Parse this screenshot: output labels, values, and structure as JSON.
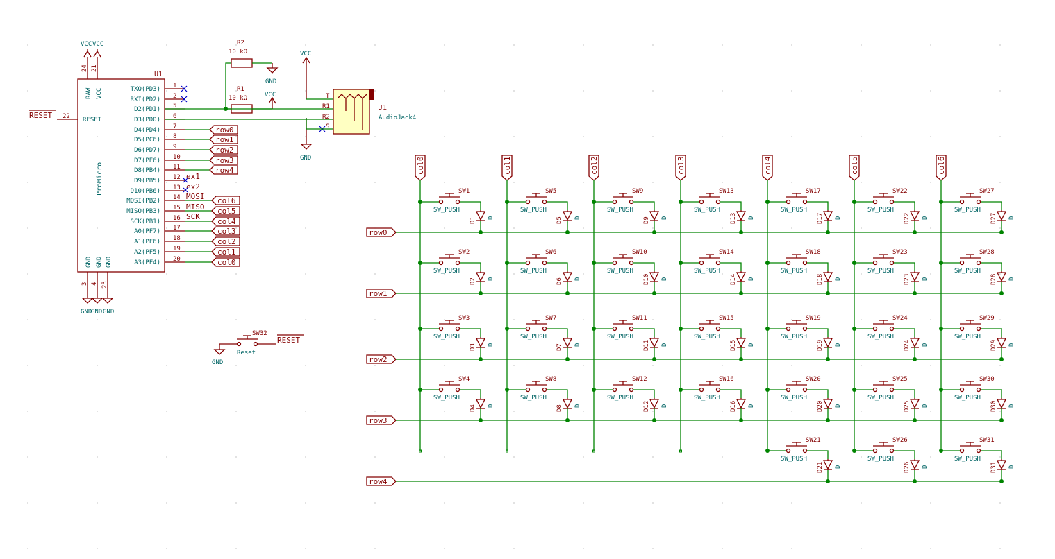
{
  "promicro": {
    "ref": "U1",
    "name": "ProMicro",
    "top_pins": [
      {
        "num": "24",
        "name": "RAW"
      },
      {
        "num": "21",
        "name": "VCC"
      }
    ],
    "reset_pin": {
      "num": "22",
      "name": "RESET"
    },
    "left_pins": [
      {
        "num": "1",
        "name": "TXO(PD3)"
      },
      {
        "num": "2",
        "name": "RXI(PD2)"
      },
      {
        "num": "5",
        "name": "D2(PD1)"
      },
      {
        "num": "6",
        "name": "D3(PD0)"
      },
      {
        "num": "7",
        "name": "D4(PD4)"
      },
      {
        "num": "8",
        "name": "D5(PC6)"
      },
      {
        "num": "9",
        "name": "D6(PD7)"
      },
      {
        "num": "10",
        "name": "D7(PE6)"
      },
      {
        "num": "11",
        "name": "D8(PB4)"
      },
      {
        "num": "12",
        "name": "D9(PB5)"
      },
      {
        "num": "13",
        "name": "D10(PB6)"
      },
      {
        "num": "14",
        "name": "MOSI(PB2)"
      },
      {
        "num": "15",
        "name": "MISO(PB3)"
      },
      {
        "num": "16",
        "name": "SCK(PB1)"
      },
      {
        "num": "17",
        "name": "A0(PF7)"
      },
      {
        "num": "18",
        "name": "A1(PF6)"
      },
      {
        "num": "19",
        "name": "A2(PF5)"
      },
      {
        "num": "20",
        "name": "A3(PF4)"
      }
    ],
    "gnd_pins": [
      {
        "num": "3",
        "name": "GND"
      },
      {
        "num": "4",
        "name": "GND"
      },
      {
        "num": "23",
        "name": "GND"
      }
    ]
  },
  "pin_labels": {
    "row0": "row0",
    "row1": "row1",
    "row2": "row2",
    "row3": "row3",
    "row4": "row4",
    "col0": "col0",
    "col1": "col1",
    "col2": "col2",
    "col3": "col3",
    "col4": "col4",
    "col5": "col5",
    "col6": "col6",
    "ex1": "ex1",
    "ex2": "ex2",
    "mosi": "MOSI",
    "miso": "MISO",
    "sck": "SCK"
  },
  "power": {
    "vcc": "VCC",
    "gnd": "GND",
    "reset_net": "RESET"
  },
  "resistors": [
    {
      "ref": "R2",
      "value": "10 kΩ"
    },
    {
      "ref": "R1",
      "value": "10 kΩ"
    }
  ],
  "jack": {
    "ref": "J1",
    "value": "AudioJack4",
    "pins": [
      "T",
      "R1",
      "R2",
      "S"
    ]
  },
  "reset_switch": {
    "ref": "SW32",
    "value": "Reset"
  },
  "matrix": {
    "switch_value": "SW_PUSH",
    "diode_value": "D",
    "rows": [
      "row0",
      "row1",
      "row2",
      "row3",
      "row4"
    ],
    "cols": [
      "col0",
      "col1",
      "col2",
      "col3",
      "col4",
      "col5",
      "col6"
    ],
    "keys": [
      {
        "col": 0,
        "row": 0,
        "sw": "SW1",
        "d": "D1"
      },
      {
        "col": 0,
        "row": 1,
        "sw": "SW2",
        "d": "D2"
      },
      {
        "col": 0,
        "row": 2,
        "sw": "SW3",
        "d": "D3"
      },
      {
        "col": 0,
        "row": 3,
        "sw": "SW4",
        "d": "D4"
      },
      {
        "col": 1,
        "row": 0,
        "sw": "SW5",
        "d": "D5"
      },
      {
        "col": 1,
        "row": 1,
        "sw": "SW6",
        "d": "D6"
      },
      {
        "col": 1,
        "row": 2,
        "sw": "SW7",
        "d": "D7"
      },
      {
        "col": 1,
        "row": 3,
        "sw": "SW8",
        "d": "D8"
      },
      {
        "col": 2,
        "row": 0,
        "sw": "SW9",
        "d": "D9"
      },
      {
        "col": 2,
        "row": 1,
        "sw": "SW10",
        "d": "D10"
      },
      {
        "col": 2,
        "row": 2,
        "sw": "SW11",
        "d": "D11"
      },
      {
        "col": 2,
        "row": 3,
        "sw": "SW12",
        "d": "D12"
      },
      {
        "col": 3,
        "row": 0,
        "sw": "SW13",
        "d": "D13"
      },
      {
        "col": 3,
        "row": 1,
        "sw": "SW14",
        "d": "D14"
      },
      {
        "col": 3,
        "row": 2,
        "sw": "SW15",
        "d": "D15"
      },
      {
        "col": 3,
        "row": 3,
        "sw": "SW16",
        "d": "D16"
      },
      {
        "col": 4,
        "row": 0,
        "sw": "SW17",
        "d": "D17"
      },
      {
        "col": 4,
        "row": 1,
        "sw": "SW18",
        "d": "D18"
      },
      {
        "col": 4,
        "row": 2,
        "sw": "SW19",
        "d": "D19"
      },
      {
        "col": 4,
        "row": 3,
        "sw": "SW20",
        "d": "D20"
      },
      {
        "col": 4,
        "row": 4,
        "sw": "SW21",
        "d": "D21"
      },
      {
        "col": 5,
        "row": 0,
        "sw": "SW22",
        "d": "D22"
      },
      {
        "col": 5,
        "row": 1,
        "sw": "SW23",
        "d": "D23"
      },
      {
        "col": 5,
        "row": 2,
        "sw": "SW24",
        "d": "D24"
      },
      {
        "col": 5,
        "row": 3,
        "sw": "SW25",
        "d": "D25"
      },
      {
        "col": 5,
        "row": 4,
        "sw": "SW26",
        "d": "D26"
      },
      {
        "col": 6,
        "row": 0,
        "sw": "SW27",
        "d": "D27"
      },
      {
        "col": 6,
        "row": 1,
        "sw": "SW28",
        "d": "D28"
      },
      {
        "col": 6,
        "row": 2,
        "sw": "SW29",
        "d": "D29"
      },
      {
        "col": 6,
        "row": 3,
        "sw": "SW30",
        "d": "D30"
      },
      {
        "col": 6,
        "row": 4,
        "sw": "SW31",
        "d": "D31"
      }
    ]
  }
}
